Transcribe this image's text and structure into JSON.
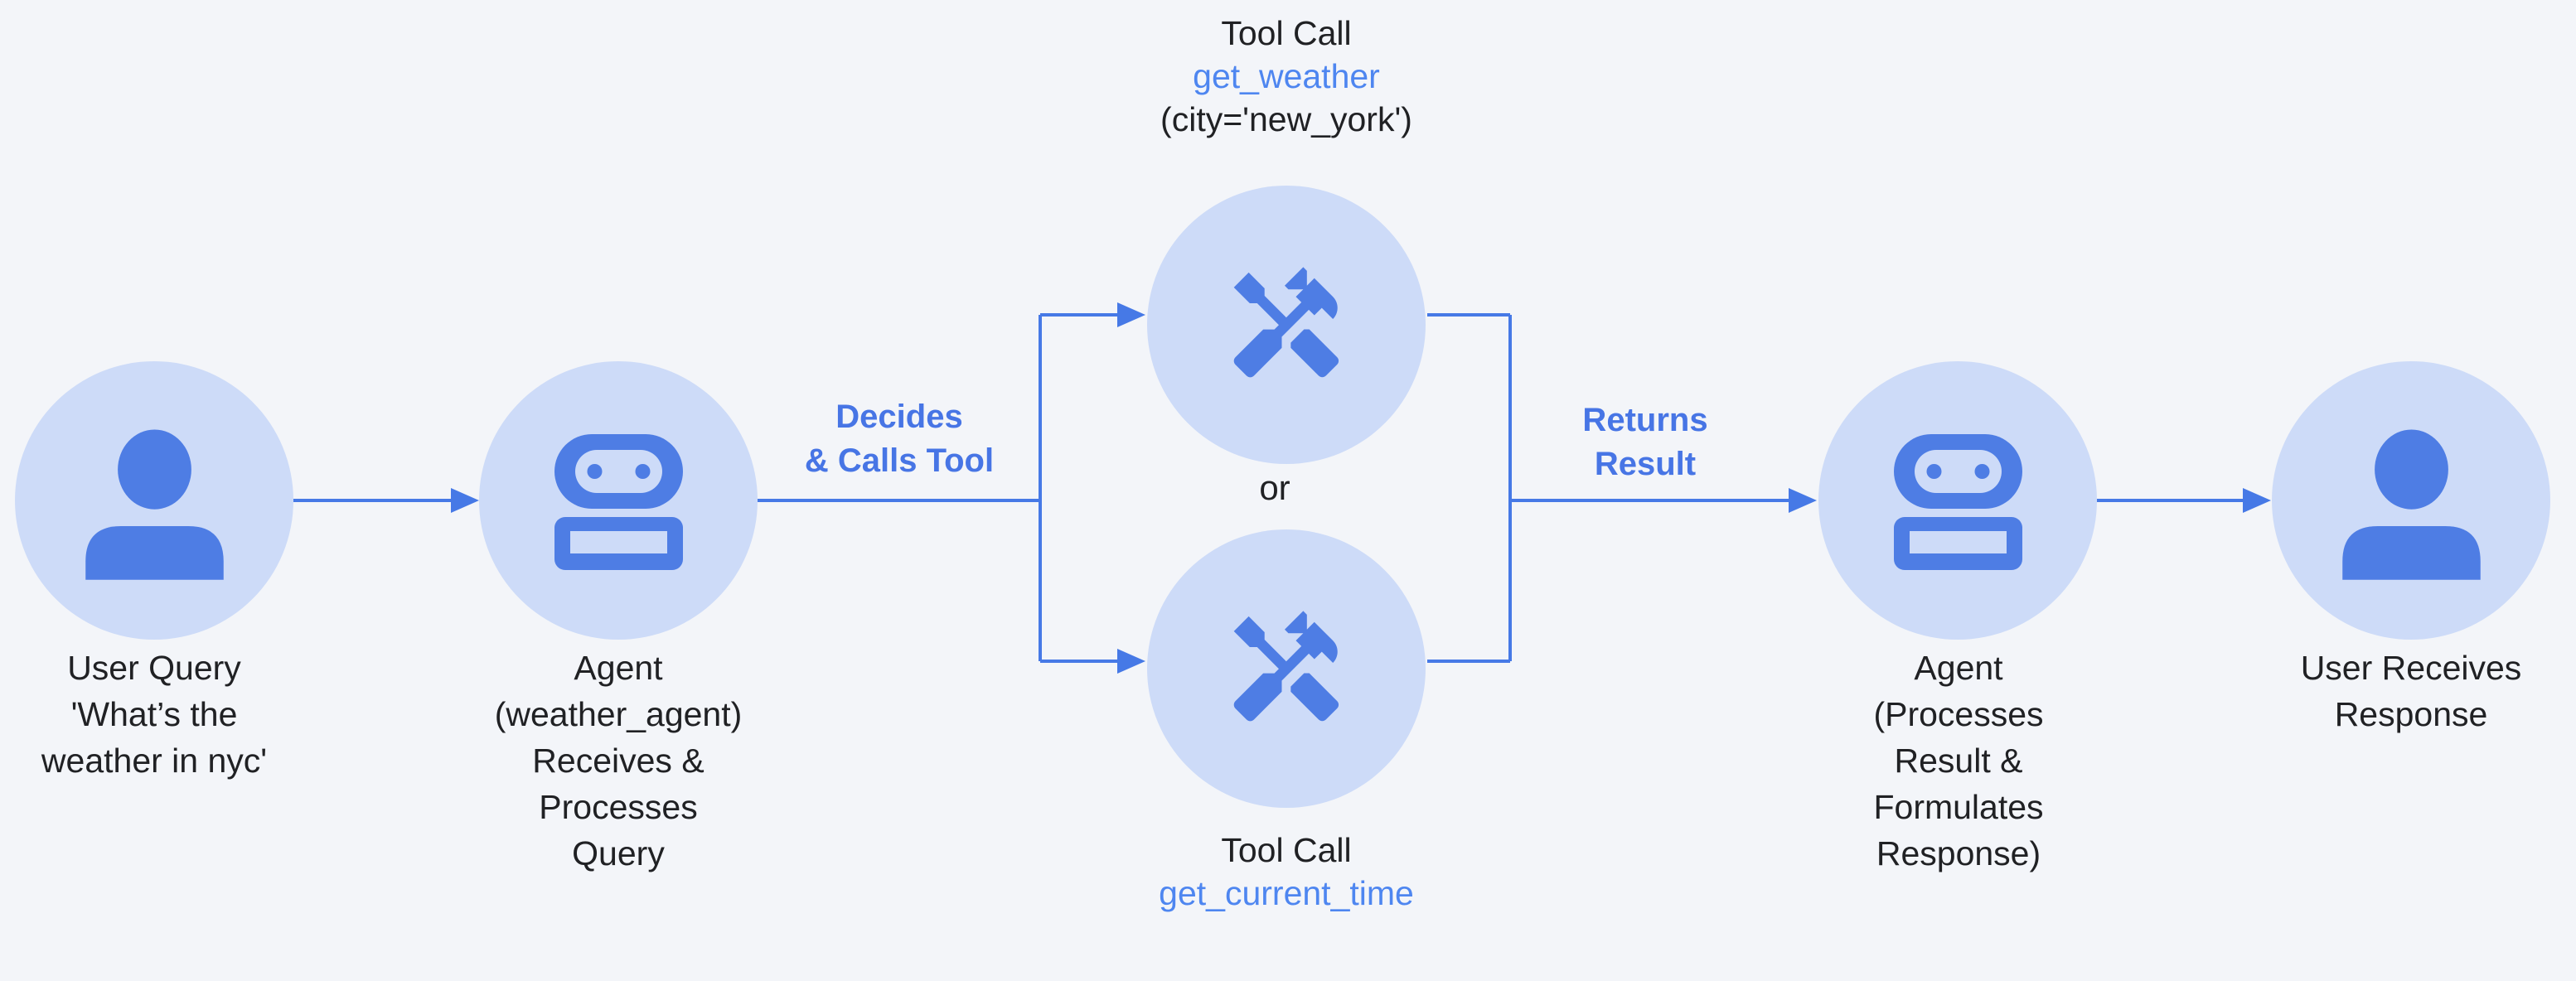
{
  "diagram": {
    "title_context": "agent tool-call flow",
    "colors": {
      "background": "#F3F5F9",
      "node_fill": "#CDDBF8",
      "icon_blue": "#4E7DE4",
      "line_blue": "#4679E6",
      "edge_label_blue": "#4775E5",
      "tool_name_blue": "#4E86F0",
      "text_dark": "#202124"
    },
    "nodes": {
      "user_query": {
        "icon": "user-icon",
        "caption": [
          "User Query",
          "'What’s the",
          "weather in nyc'"
        ]
      },
      "agent_receive": {
        "icon": "robot-icon",
        "caption": [
          "Agent",
          "(weather_agent)",
          "Receives &",
          "Processes",
          "Query"
        ]
      },
      "tool_weather": {
        "icon": "tools-icon",
        "label_title": "Tool Call",
        "tool_name": "get_weather",
        "tool_args": "(city='new_york')"
      },
      "tool_time": {
        "icon": "tools-icon",
        "label_title": "Tool Call",
        "tool_name": "get_current_time"
      },
      "agent_respond": {
        "icon": "robot-icon",
        "caption": [
          "Agent",
          "(Processes",
          "Result &",
          "Formulates",
          "Response)"
        ]
      },
      "user_response": {
        "icon": "user-icon",
        "caption": [
          "User Receives",
          "Response"
        ]
      }
    },
    "edges": {
      "decides_label": [
        "Decides",
        "& Calls Tool"
      ],
      "returns_label": [
        "Returns",
        "Result"
      ],
      "or_label": "or"
    }
  }
}
